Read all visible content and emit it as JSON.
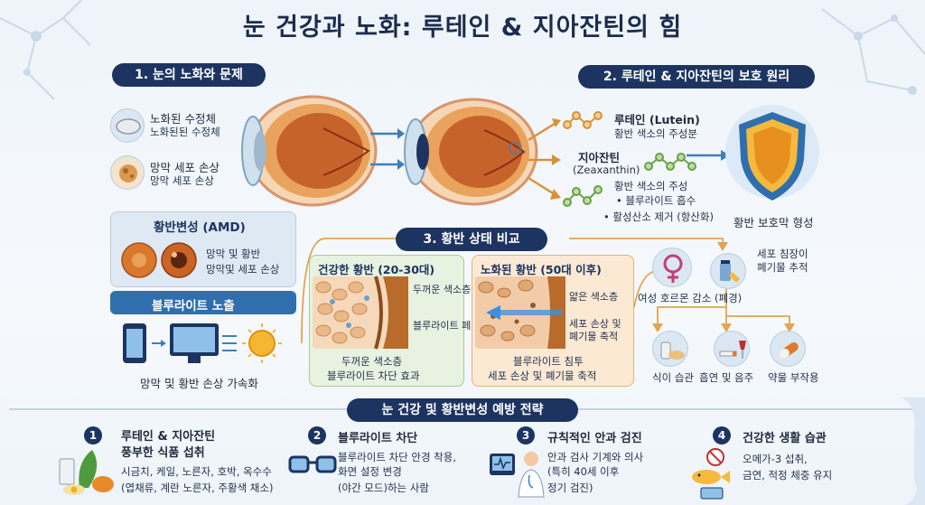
{
  "title": "눈 건강과 노화: 루테인 & 지아잔틴의 힘",
  "section1": {
    "header": "1. 눈의 노화와 문제",
    "lens": {
      "label": "노화된 수정체",
      "desc": "노화된된 수정체"
    },
    "retina": {
      "label": "망막 세포 손상",
      "desc": "망막 세포 손상"
    },
    "amd": {
      "header": "황반변성 (AMD)",
      "desc1": "망막 및 황반",
      "desc2": "망막및 세포 손상"
    },
    "bluelight": {
      "header": "블루라이트 노출",
      "caption": "망막 및 황반 손상 가속화"
    }
  },
  "section2": {
    "header": "2. 루테인 & 지아잔틴의 보호 원리",
    "lutein": {
      "name": "루테인 (Lutein)",
      "desc": "황반 색소의 주성분"
    },
    "zeaxanthin": {
      "name": "지아잔틴",
      "name_en": "(Zeaxanthin)"
    },
    "macula": {
      "desc": "황반 색소의 주성",
      "bullet1": "블루라이트 흡수",
      "bullet2": "활성산소 제거 (항산화)"
    },
    "shield_caption": "황반 보호막 형성"
  },
  "section3": {
    "header": "3. 황반 상태 비교",
    "healthy": {
      "header": "건강한 황반 (20-30대)",
      "label1": "두꺼운 색소층",
      "label2": "블루라이트 페기물",
      "caption1": "두꺼운 색소층",
      "caption2": "블루라이트 차단 효과"
    },
    "aged": {
      "header": "노화된 황반 (50대 이후)",
      "label1": "얇은 색소층",
      "label2": "세포 손상 및 폐기물 축적",
      "caption1": "블루라이트 침투",
      "caption2": "세포 손상 및 폐기물 축적"
    }
  },
  "factors": {
    "accum": "세포 침장이 폐기물 추적",
    "hormone": "여성 호르몬 감소 (폐경)",
    "diet": "식이 습관",
    "smoking": "흡연 및 음주",
    "drug": "약물 부작용"
  },
  "prevention": {
    "header": "눈 건강 및 황반변성 예방 전략",
    "items": [
      {
        "num": "1",
        "title1": "루테인 & 지아잔틴",
        "title2": "풍부한 식품 섭취",
        "desc1": "시금치, 케일, 노른자, 호박, 옥수수",
        "desc2": "(엽채류, 계란 노른자, 주황색 채소)"
      },
      {
        "num": "2",
        "title1": "블루라이트 차단",
        "desc1": "블루라이트 차단 안경 착용,",
        "desc2": "화면 설정 변경",
        "desc3": "(야간 모드)하는 사람"
      },
      {
        "num": "3",
        "title1": "규칙적인 안과 검진",
        "desc1": "안과 검사 기계와 의사",
        "desc2": "(특히 40세 이후",
        "desc3": "정기 검진)"
      },
      {
        "num": "4",
        "title1": "건강한 생활 습관",
        "desc1": "오메가-3 섭취,",
        "desc2": "금연, 적정 체중 유지"
      }
    ]
  }
}
